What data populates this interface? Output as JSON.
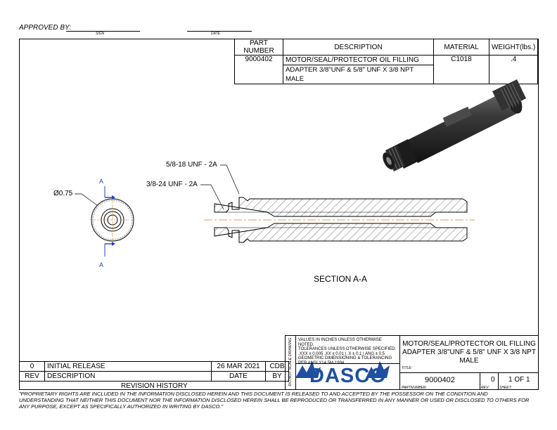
{
  "header": {
    "approved_by_label": "APPROVED BY:",
    "sign_label": "SIGN",
    "date_label": "DATE"
  },
  "bom": {
    "headers": [
      "PART NUMBER",
      "DESCRIPTION",
      "MATERIAL",
      "WEIGHT(lbs.)"
    ],
    "row": {
      "part_number": "9000402",
      "description_line1": "MOTOR/SEAL/PROTECTOR OIL FILLING",
      "description_line2": "ADAPTER 3/8\"UNF & 5/8\" UNF X 3/8 NPT MALE",
      "material": "C1018",
      "weight": ".4"
    }
  },
  "drawing": {
    "diameter_label": "Ø0.75",
    "section_marker_top": "A",
    "section_marker_bottom": "A",
    "callout_1": "5/8-18 UNF - 2A",
    "callout_2": "3/8-24 UNF - 2A",
    "section_label": "SECTION A-A"
  },
  "revisions": {
    "rows": [
      {
        "rev": "0",
        "description": "INITIAL RELEASE",
        "date": "26 MAR 2021",
        "by": "CDB"
      }
    ],
    "headers": {
      "rev": "REV",
      "description": "DESCRIPTION",
      "date": "DATE",
      "by": "BY"
    },
    "title": "REVISION HISTORY"
  },
  "title_block": {
    "vertical_note": "DO NOT SCALE DRAWING",
    "notes": [
      "VALUES IN INCHES UNLESS OTHERWISE NOTED.",
      "TOLERANCES UNLESS OTHERWISE SPECIFIED:",
      ".XXX ± 0.005  .XX ± 0.01 | .X ± 0.1 | ANG ± 0.5",
      "GEOMETRIC DIMENSIONING & TOLERANCING",
      "PER ANSI Y14.5M-1994"
    ],
    "logo_text": "DASCO",
    "title_line1": "MOTOR/SEAL/PROTECTOR OIL FILLING",
    "title_line2": "ADAPTER 3/8\"UNF & 5/8\" UNF X 3/8 NPT",
    "title_line3": "MALE",
    "title_label": "TITLE:",
    "part_number": "9000402",
    "part_number_label": "PARTNUMBER:",
    "rev": "0",
    "rev_label": "REV:",
    "sheet": "1 OF 1",
    "sheet_label": "SHEET:"
  },
  "footer": {
    "proprietary_line1": "\"PROPRIETARY RIGHTS ARE INCLUDED IN THE INFORMATION DISCLOSED HEREIN AND THIS DOCUMENT IS RELEASED TO AND ACCEPTED BY THE POSSESSOR ON THE CONDITION AND",
    "proprietary_line2": "UNDERSTANDING THAT NEITHER THIS DOCUMENT NOR THE INFORMATION DISCLOSED HEREIN SHALL BE REPRODUCED OR TRANSFERRED IN ANY MANNER OR USED OR DISCLOSED TO OTHERS FOR",
    "proprietary_line3": "ANY PURPOSE, EXCEPT AS SPECIFICALLY AUTHORIZED IN WRITING BY DASCO.\""
  },
  "colors": {
    "centerline": "#e07b20",
    "section_marker": "#1f3fbf",
    "logo_blue": "#1f4fa0",
    "part_dark": "#2b2b2b"
  }
}
